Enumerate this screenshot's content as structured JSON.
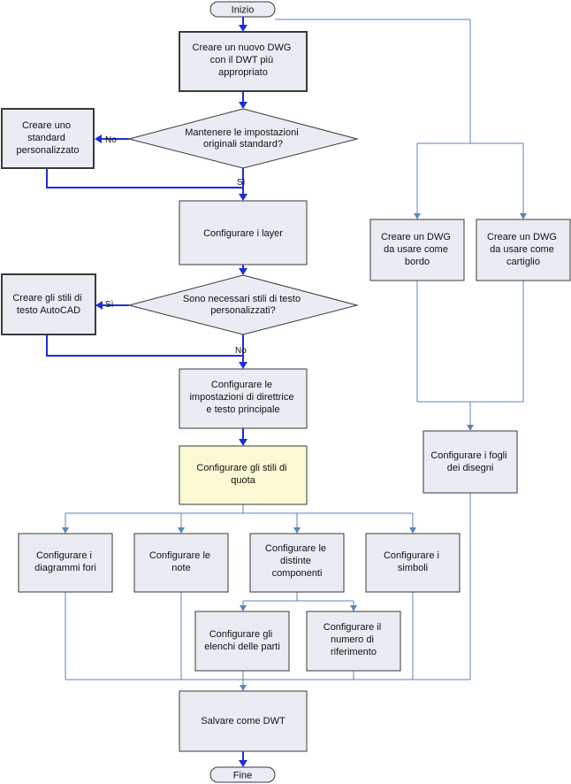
{
  "nodes": {
    "start": "Inizio",
    "create_dwg": [
      "Creare un nuovo DWG",
      "con il DWT più",
      "appropriato"
    ],
    "keep_standard": [
      "Mantenere le impostazioni",
      "originali standard?"
    ],
    "custom_standard": [
      "Creare uno",
      "standard",
      "personalizzato"
    ],
    "configure_layers": [
      "Configurare i layer"
    ],
    "text_styles_question": [
      "Sono necessari stili di testo",
      "personalizzati?"
    ],
    "create_text_styles": [
      "Creare gli stili di",
      "testo AutoCAD"
    ],
    "leader_text": [
      "Configurare le",
      "impostazioni di direttrice",
      "e testo principale"
    ],
    "dim_styles": [
      "Configurare gli stili di",
      "quota"
    ],
    "hole_charts": [
      "Configurare i",
      "diagrammi fori"
    ],
    "notes": [
      "Configurare le",
      "note"
    ],
    "bom": [
      "Configurare le",
      "distinte",
      "componenti"
    ],
    "symbols": [
      "Configurare i",
      "simboli"
    ],
    "parts_lists": [
      "Configurare gli",
      "elenchi delle parti"
    ],
    "reference_number": [
      "Configurare il",
      "numero di",
      "riferimento"
    ],
    "save_dwt": [
      "Salvare come DWT"
    ],
    "border_dwg": [
      "Creare un DWG",
      "da usare come",
      "bordo"
    ],
    "title_block_dwg": [
      "Creare un DWG",
      "da usare come",
      "cartiglio"
    ],
    "drawing_sheets": [
      "Configurare i fogli",
      "dei disegni"
    ],
    "end": "Fine"
  },
  "labels": {
    "no_1": "No",
    "si_1": "Sì",
    "si_2": "Sì",
    "no_2": "No"
  },
  "colors": {
    "box_fill": "#eaecf4",
    "highlight_fill": "#fbf9d4",
    "main_flow": "#1f2fd6",
    "secondary_flow": "#5b86b9"
  }
}
